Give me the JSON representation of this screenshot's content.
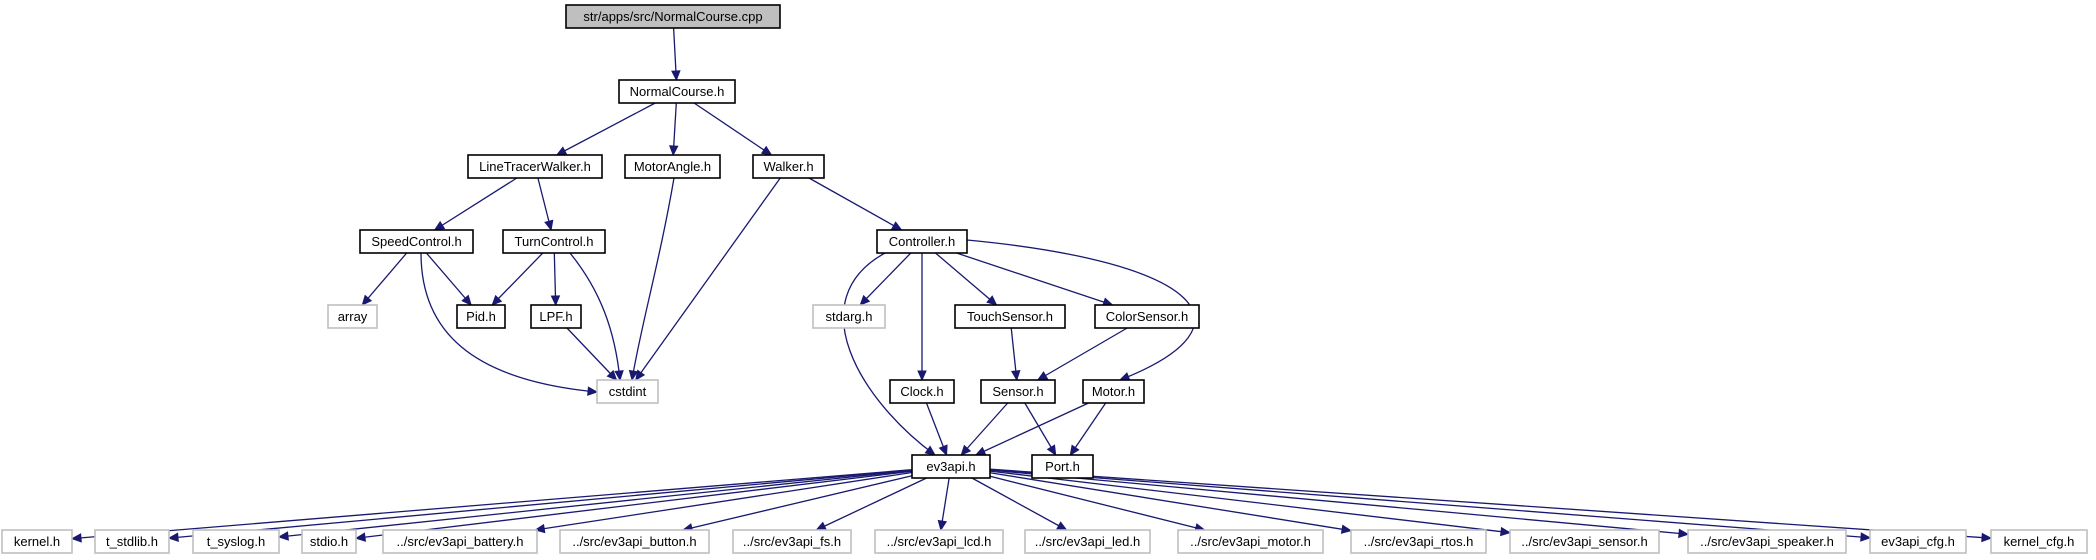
{
  "graph": {
    "nodes": [
      {
        "id": "root",
        "label": "str/apps/src/NormalCourse.cpp",
        "kind": "root"
      },
      {
        "id": "nch",
        "label": "NormalCourse.h",
        "kind": "documented"
      },
      {
        "id": "ltw",
        "label": "LineTracerWalker.h",
        "kind": "documented"
      },
      {
        "id": "ma",
        "label": "MotorAngle.h",
        "kind": "documented"
      },
      {
        "id": "wk",
        "label": "Walker.h",
        "kind": "documented"
      },
      {
        "id": "sc",
        "label": "SpeedControl.h",
        "kind": "documented"
      },
      {
        "id": "tc",
        "label": "TurnControl.h",
        "kind": "documented"
      },
      {
        "id": "ctl",
        "label": "Controller.h",
        "kind": "documented"
      },
      {
        "id": "arr",
        "label": "array",
        "kind": "external"
      },
      {
        "id": "pid",
        "label": "Pid.h",
        "kind": "documented"
      },
      {
        "id": "lpf",
        "label": "LPF.h",
        "kind": "documented"
      },
      {
        "id": "sta",
        "label": "stdarg.h",
        "kind": "external"
      },
      {
        "id": "ts",
        "label": "TouchSensor.h",
        "kind": "documented"
      },
      {
        "id": "cs",
        "label": "ColorSensor.h",
        "kind": "documented"
      },
      {
        "id": "csi",
        "label": "cstdint",
        "kind": "external"
      },
      {
        "id": "clk",
        "label": "Clock.h",
        "kind": "documented"
      },
      {
        "id": "sen",
        "label": "Sensor.h",
        "kind": "documented"
      },
      {
        "id": "mot",
        "label": "Motor.h",
        "kind": "documented"
      },
      {
        "id": "ev3",
        "label": "ev3api.h",
        "kind": "documented"
      },
      {
        "id": "port",
        "label": "Port.h",
        "kind": "documented"
      },
      {
        "id": "k",
        "label": "kernel.h",
        "kind": "external"
      },
      {
        "id": "tstd",
        "label": "t_stdlib.h",
        "kind": "external"
      },
      {
        "id": "tsys",
        "label": "t_syslog.h",
        "kind": "external"
      },
      {
        "id": "stdio",
        "label": "stdio.h",
        "kind": "external"
      },
      {
        "id": "bat",
        "label": "../src/ev3api_battery.h",
        "kind": "external"
      },
      {
        "id": "btn",
        "label": "../src/ev3api_button.h",
        "kind": "external"
      },
      {
        "id": "fs",
        "label": "../src/ev3api_fs.h",
        "kind": "external"
      },
      {
        "id": "lcd",
        "label": "../src/ev3api_lcd.h",
        "kind": "external"
      },
      {
        "id": "led",
        "label": "../src/ev3api_led.h",
        "kind": "external"
      },
      {
        "id": "emot",
        "label": "../src/ev3api_motor.h",
        "kind": "external"
      },
      {
        "id": "rtos",
        "label": "../src/ev3api_rtos.h",
        "kind": "external"
      },
      {
        "id": "esen",
        "label": "../src/ev3api_sensor.h",
        "kind": "external"
      },
      {
        "id": "spk",
        "label": "../src/ev3api_speaker.h",
        "kind": "external"
      },
      {
        "id": "cfg",
        "label": "ev3api_cfg.h",
        "kind": "external"
      },
      {
        "id": "kcfg",
        "label": "kernel_cfg.h",
        "kind": "external"
      }
    ],
    "edges": [
      [
        "root",
        "nch"
      ],
      [
        "nch",
        "ltw"
      ],
      [
        "nch",
        "ma"
      ],
      [
        "nch",
        "wk"
      ],
      [
        "ltw",
        "sc"
      ],
      [
        "ltw",
        "tc"
      ],
      [
        "ma",
        "csi"
      ],
      [
        "wk",
        "ctl"
      ],
      [
        "wk",
        "csi"
      ],
      [
        "sc",
        "arr"
      ],
      [
        "sc",
        "pid"
      ],
      [
        "sc",
        "csi"
      ],
      [
        "tc",
        "pid"
      ],
      [
        "tc",
        "lpf"
      ],
      [
        "tc",
        "csi"
      ],
      [
        "lpf",
        "csi"
      ],
      [
        "ctl",
        "ev3"
      ],
      [
        "ctl",
        "sta"
      ],
      [
        "ctl",
        "clk"
      ],
      [
        "ctl",
        "ts"
      ],
      [
        "ctl",
        "cs"
      ],
      [
        "ctl",
        "mot"
      ],
      [
        "ts",
        "sen"
      ],
      [
        "cs",
        "sen"
      ],
      [
        "clk",
        "ev3"
      ],
      [
        "sen",
        "ev3"
      ],
      [
        "sen",
        "port"
      ],
      [
        "mot",
        "ev3"
      ],
      [
        "mot",
        "port"
      ],
      [
        "ev3",
        "k"
      ],
      [
        "ev3",
        "tstd"
      ],
      [
        "ev3",
        "tsys"
      ],
      [
        "ev3",
        "stdio"
      ],
      [
        "ev3",
        "bat"
      ],
      [
        "ev3",
        "btn"
      ],
      [
        "ev3",
        "fs"
      ],
      [
        "ev3",
        "lcd"
      ],
      [
        "ev3",
        "led"
      ],
      [
        "ev3",
        "emot"
      ],
      [
        "ev3",
        "rtos"
      ],
      [
        "ev3",
        "esen"
      ],
      [
        "ev3",
        "spk"
      ],
      [
        "ev3",
        "cfg"
      ],
      [
        "ev3",
        "kcfg"
      ]
    ]
  },
  "colors": {
    "edge": "#191970",
    "root_fill": "#bfbfbf",
    "root_stroke": "#000000",
    "documented_fill": "#ffffff",
    "documented_stroke": "#000000",
    "external_fill": "#ffffff",
    "external_stroke": "#bfbfbf"
  }
}
